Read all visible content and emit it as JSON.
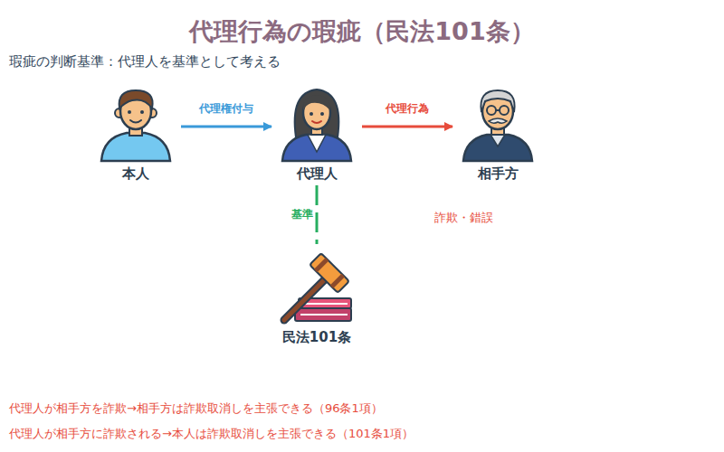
{
  "diagram": {
    "title": "代理行為の瑕疵（民法101条）",
    "nodes": [
      {
        "text": [
          "本人"
        ]
      },
      {
        "text": [
          "代理人"
        ]
      },
      {
        "text": [
          "相手方"
        ]
      },
      {
        "text": [
          "民法101条"
        ]
      }
    ],
    "edges": [
      {
        "from": 0,
        "to": 1,
        "arrow": "to",
        "label": "代理権付与"
      },
      {
        "from": 1,
        "to": 2,
        "arrow": "to",
        "label": "代理行為"
      },
      {
        "from": 1,
        "to": 3,
        "arrow": "none",
        "label": "基準"
      }
    ],
    "labels": [
      "瑕疵の判断基準：代理人を基準として考える",
      "詐欺・錯誤",
      "代理人が相手方を詐欺→相手方は詐欺取消しを主張できる（96条1項）",
      "代理人が相手方に詐欺される→本人は詐欺取消しを主張できる（101条1項）"
    ]
  }
}
